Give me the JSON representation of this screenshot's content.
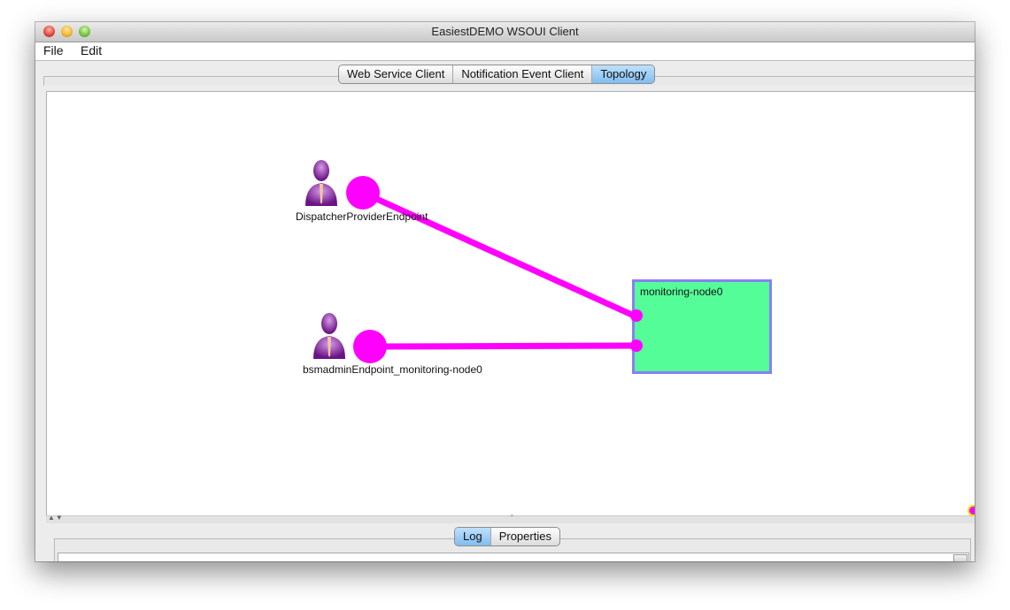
{
  "window": {
    "title": "EasiestDEMO WSOUI Client"
  },
  "menubar": {
    "items": [
      "File",
      "Edit"
    ]
  },
  "top_tabs": [
    "Web Service Client",
    "Notification Event Client",
    "Topology"
  ],
  "topology": {
    "endpoints": [
      "DispatcherProviderEndpoint",
      "bsmadminEndpoint_monitoring-node0"
    ],
    "node": "monitoring-node0",
    "colors": {
      "connection": "#ff00ff",
      "node_fill": "#55fd99",
      "node_border": "#8a7ef4",
      "user_icon": "#8a1fa6"
    },
    "icons": [
      "user-icon",
      "user-icon"
    ]
  },
  "bottom_tabs": [
    "Log",
    "Properties"
  ]
}
